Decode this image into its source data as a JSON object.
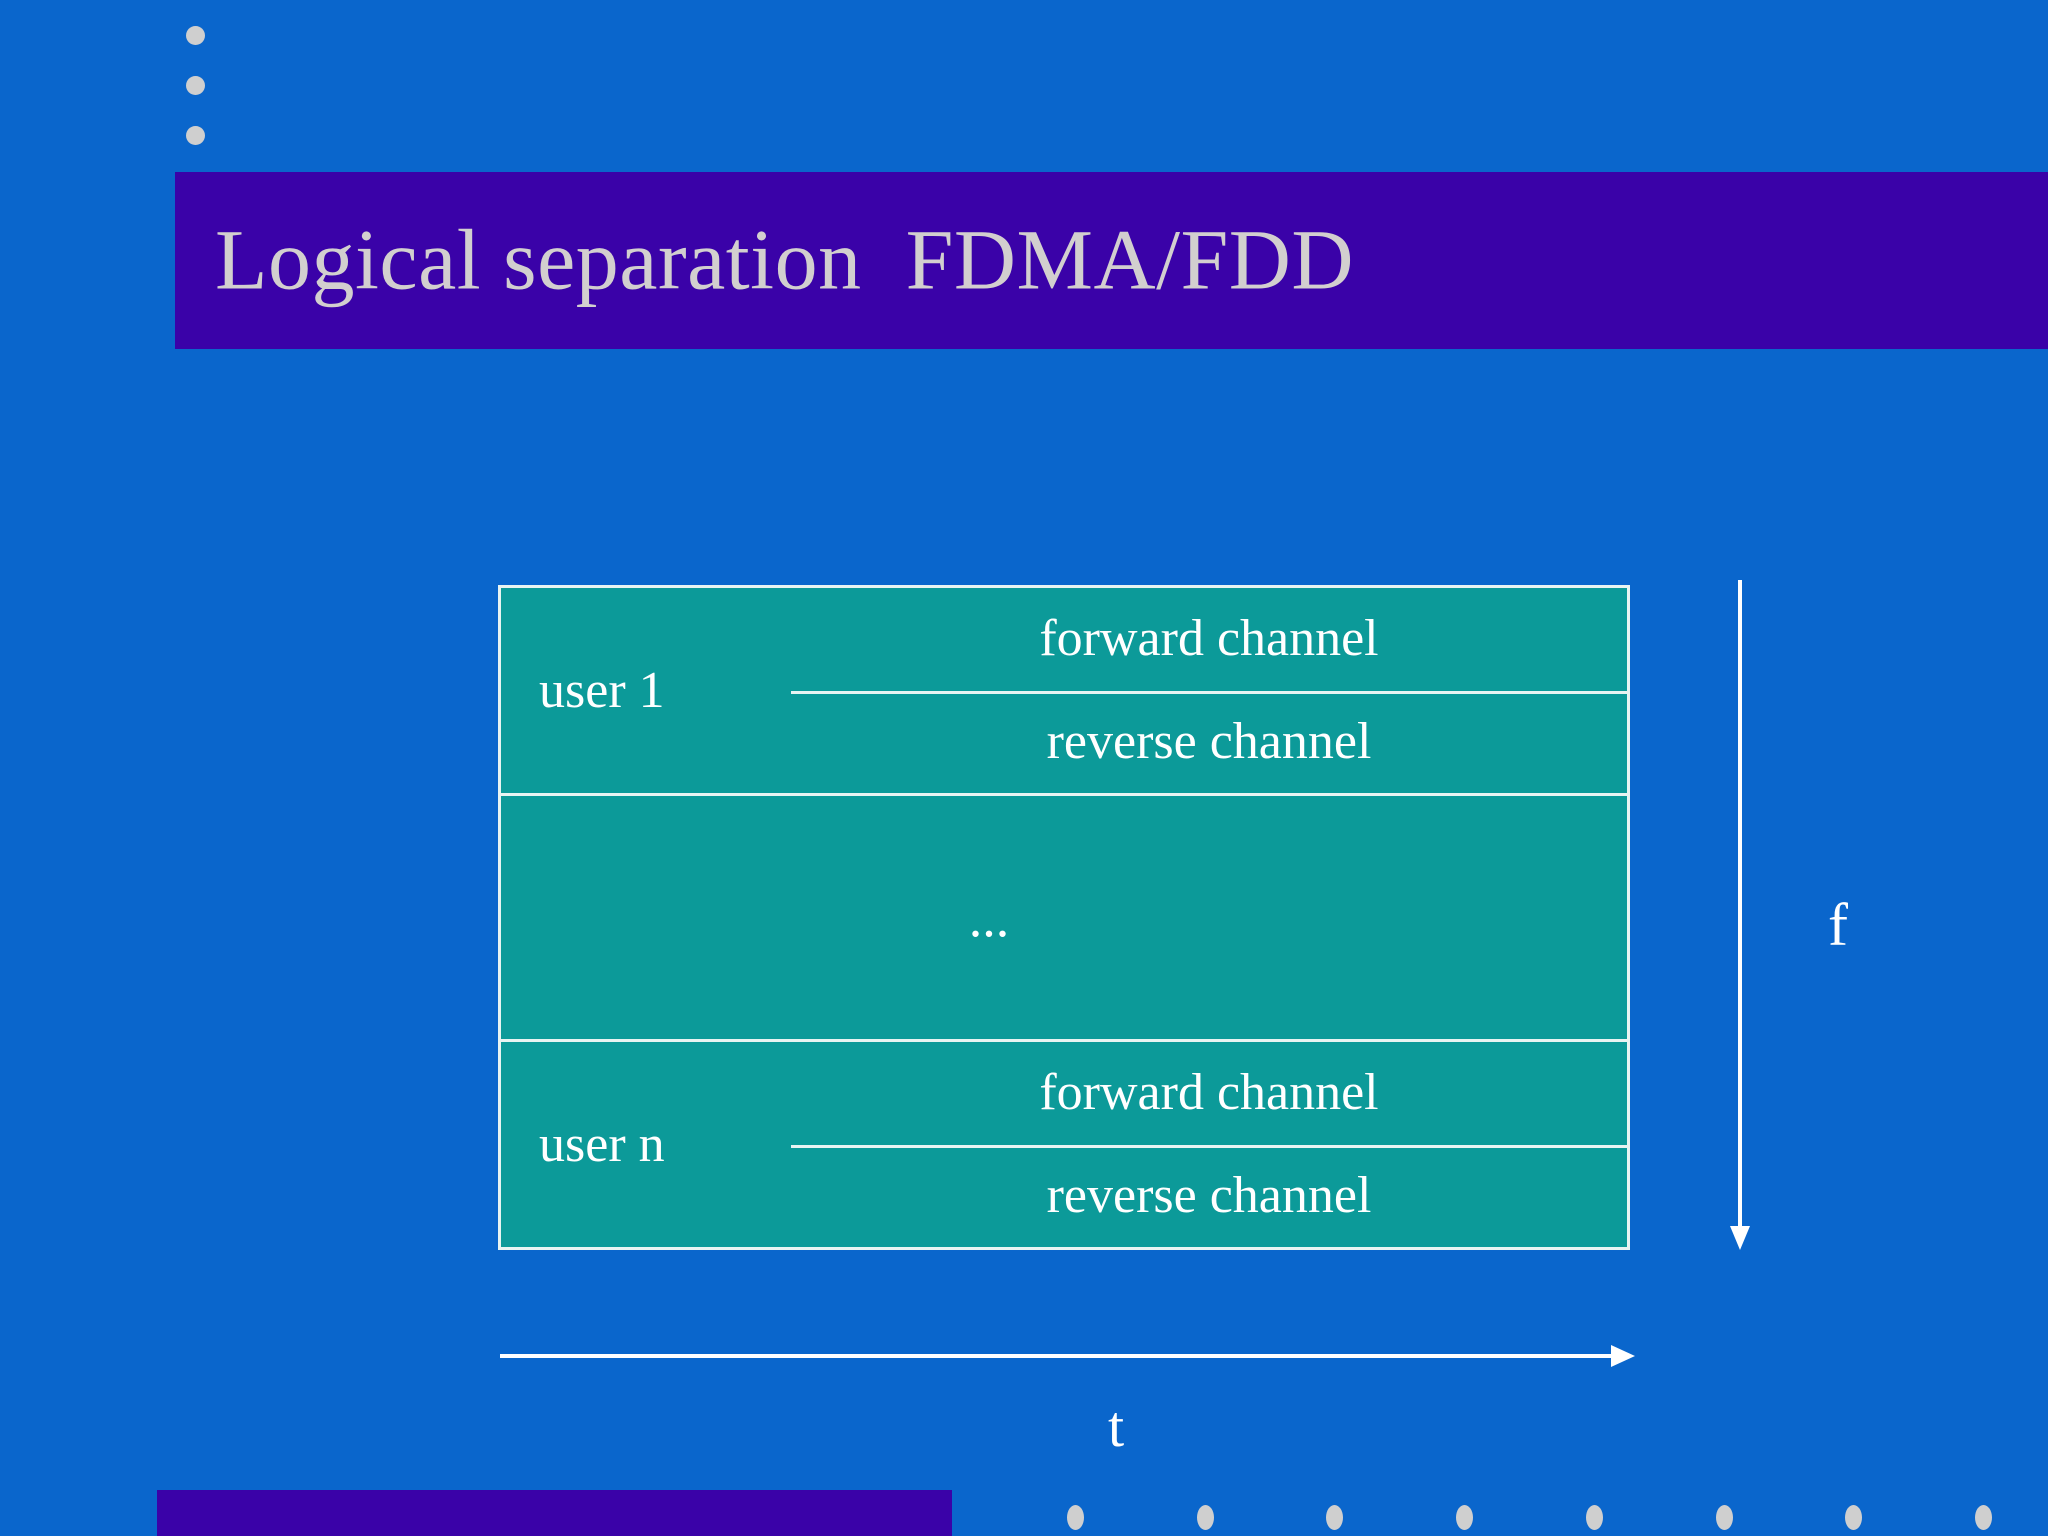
{
  "slide": {
    "title": "Logical separation  FDMA/FDD",
    "background_color": "#0a66cc",
    "title_band_color": "#3a02a8",
    "title_text_color": "#d2cfcf",
    "diagram_fill_color": "#0c9a99",
    "diagram_line_color": "#e8f4f2"
  },
  "decoration": {
    "corner_dots_count": 3,
    "corner_dot_color": "#cfcfcf",
    "footer_dots_count": 8,
    "footer_dot_color": "#cfcfcf"
  },
  "diagram": {
    "bands": [
      {
        "user_label": "user 1",
        "forward_label": "forward channel",
        "reverse_label": "reverse channel"
      },
      {
        "ellipsis": "..."
      },
      {
        "user_label": "user n",
        "forward_label": "forward channel",
        "reverse_label": "reverse channel"
      }
    ],
    "axes": {
      "vertical_label": "f",
      "horizontal_label": "t",
      "vertical_direction": "down",
      "horizontal_direction": "right"
    }
  }
}
